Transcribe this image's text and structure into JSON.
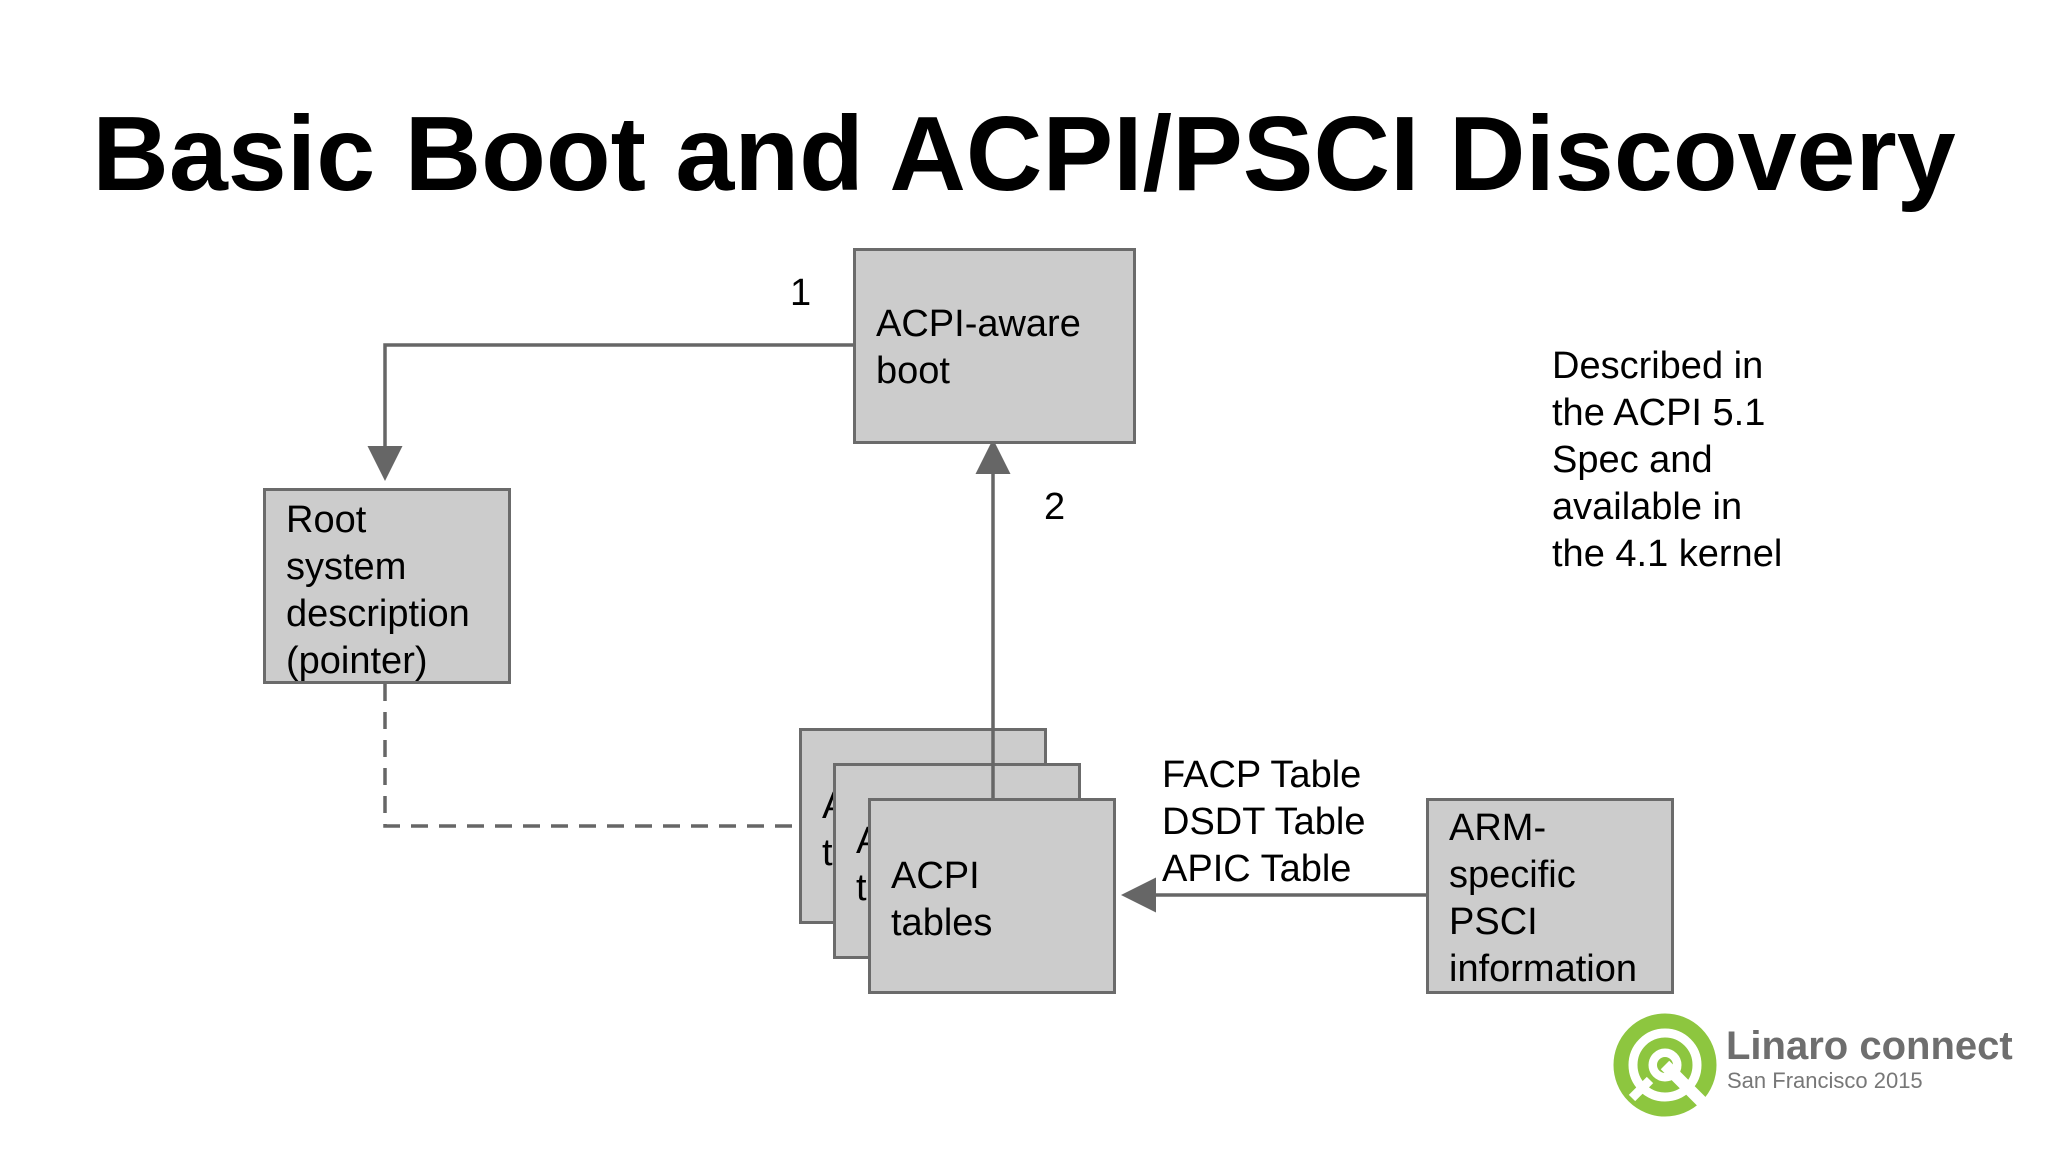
{
  "title": "Basic Boot and ACPI/PSCI Discovery",
  "diagram": {
    "boot_box": {
      "lines": [
        "ACPI-aware",
        "boot"
      ]
    },
    "root_box": {
      "lines": [
        "Root",
        "system",
        "description",
        "(pointer)"
      ]
    },
    "acpi_stack": {
      "back_lines": [
        "A",
        "t"
      ],
      "middle_lines": [
        "A",
        "t"
      ],
      "front_lines": [
        "ACPI",
        "tables"
      ]
    },
    "arm_box": {
      "lines": [
        "ARM-",
        "specific",
        "PSCI",
        "information"
      ]
    },
    "step_labels": {
      "one": "1",
      "two": "2"
    },
    "tables_label": {
      "lines": [
        "FACP Table",
        "DSDT Table",
        "APIC Table"
      ]
    },
    "note": {
      "lines": [
        "Described in",
        "the ACPI 5.1",
        "Spec and",
        "available in",
        "the 4.1 kernel"
      ]
    }
  },
  "colors": {
    "box_fill": "#cccccc",
    "box_border": "#6b6b6b",
    "connector": "#666666",
    "logo_green": "#8dc63f",
    "logo_text": "#6e6e6e"
  },
  "logo": {
    "icon": "linaro-ring-icon",
    "name": "Linaro connect",
    "subtitle": "San Francisco 2015"
  }
}
